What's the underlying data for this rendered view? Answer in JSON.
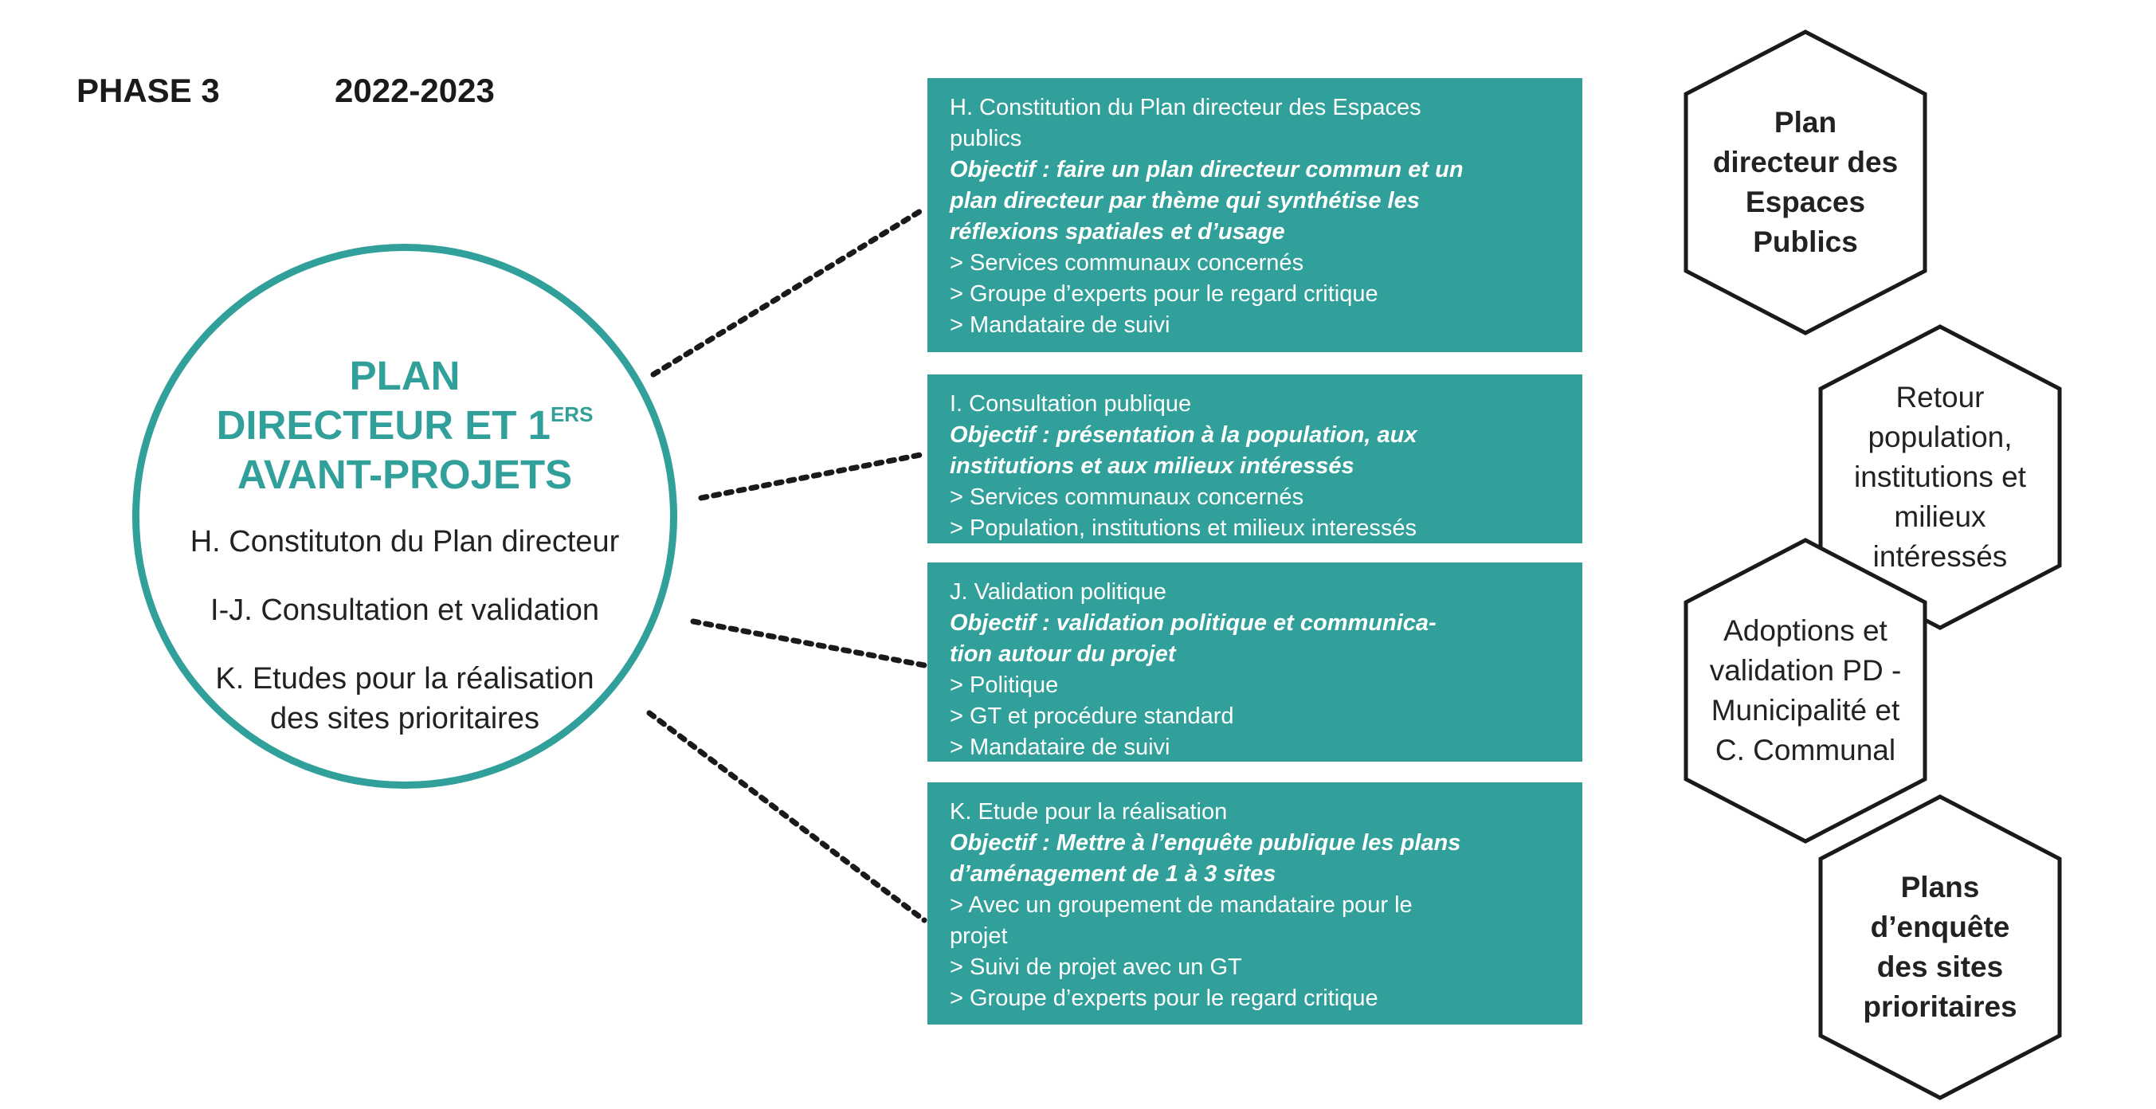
{
  "header": {
    "phase": "PHASE 3",
    "years": "2022-2023"
  },
  "circle": {
    "title_line1": "PLAN",
    "title_line2": "DIRECTEUR ET 1",
    "title_sup": "ERS",
    "title_line3": "AVANT-PROJETS",
    "items": [
      "H. Constituton du Plan directeur",
      "I-J. Consultation et validation",
      "K. Etudes pour la réalisation",
      "des sites prioritaires"
    ]
  },
  "boxes": [
    {
      "title": [
        "H. Constitution du Plan directeur des Espaces",
        "publics"
      ],
      "objective": [
        "Objectif : faire un plan directeur commun et un",
        "plan directeur par thème qui synthétise les",
        "réflexions spatiales et d’usage"
      ],
      "bullets": [
        "> Services communaux concernés",
        "> Groupe d’experts pour le regard critique",
        "> Mandataire de suivi"
      ]
    },
    {
      "title": [
        "I. Consultation publique"
      ],
      "objective": [
        "Objectif : présentation à la population, aux",
        "institutions et aux milieux intéressés"
      ],
      "bullets": [
        "> Services communaux concernés",
        "> Population, institutions et milieux interessés"
      ]
    },
    {
      "title": [
        "J. Validation politique"
      ],
      "objective": [
        "Objectif : validation politique et communica-",
        "tion autour du projet"
      ],
      "bullets": [
        "> Politique",
        "> GT et procédure standard",
        "> Mandataire de suivi"
      ]
    },
    {
      "title": [
        "K. Etude pour la réalisation"
      ],
      "objective": [
        "Objectif : Mettre à l’enquête publique les plans",
        "d’aménagement de 1 à 3 sites"
      ],
      "bullets": [
        "> Avec un groupement de mandataire pour le",
        "projet",
        "> Suivi de projet avec un GT",
        "> Groupe d’experts pour le regard critique"
      ]
    }
  ],
  "hexagons": [
    {
      "lines": [
        "Plan",
        "directeur des",
        "Espaces",
        "Publics"
      ],
      "bold": true
    },
    {
      "lines": [
        "Retour",
        "population,",
        "institutions et",
        "milieux",
        "intéressés"
      ],
      "bold": false
    },
    {
      "lines": [
        "Adoptions et",
        "validation PD -",
        "Municipalité et",
        "C. Communal"
      ],
      "bold": false
    },
    {
      "lines": [
        "Plans",
        "d’enquête",
        "des sites",
        "prioritaires"
      ],
      "bold": true
    }
  ],
  "colors": {
    "teal": "#32a09a",
    "text": "#222222",
    "hex_stroke": "#1a1a1a"
  }
}
